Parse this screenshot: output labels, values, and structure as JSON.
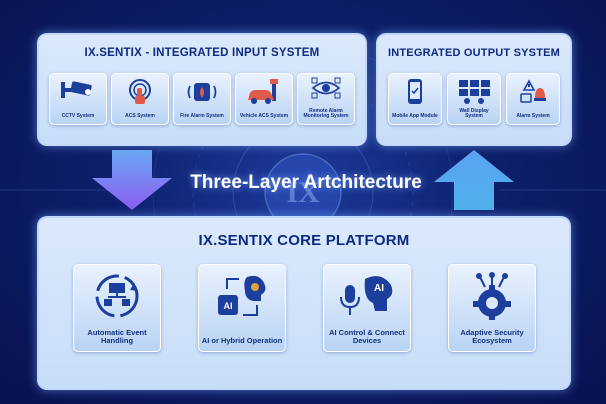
{
  "input_system": {
    "title": "IX.SENTIX - INTEGRATED INPUT SYSTEM",
    "items": [
      {
        "label": "CCTV System",
        "icon": "cctv-camera-icon"
      },
      {
        "label": "ACS System",
        "icon": "fingerprint-access-icon"
      },
      {
        "label": "Fire Alarm System",
        "icon": "fire-alarm-icon"
      },
      {
        "label": "Vehicle ACS System",
        "icon": "vehicle-gate-icon"
      },
      {
        "label": "Remote Alarm Monitoring System",
        "icon": "eye-monitor-icon"
      }
    ]
  },
  "output_system": {
    "title": "INTEGRATED OUTPUT SYSTEM",
    "items": [
      {
        "label": "Mobile App Module",
        "icon": "mobile-app-icon"
      },
      {
        "label": "Wall Display System",
        "icon": "wall-display-icon"
      },
      {
        "label": "Alarm System",
        "icon": "alarm-siren-icon"
      }
    ]
  },
  "center": {
    "title": "Three-Layer Artchitecture"
  },
  "core_platform": {
    "title": "IX.SENTIX CORE PLATFORM",
    "items": [
      {
        "label": "Automatic Event Handling",
        "icon": "automation-cycle-icon"
      },
      {
        "label": "AI or Hybrid Operation",
        "icon": "ai-brain-icon"
      },
      {
        "label": "AI Control & Connect Devices",
        "icon": "ai-voice-control-icon"
      },
      {
        "label": "Adaptive Security Ecosystem",
        "icon": "gear-network-icon"
      }
    ]
  },
  "watermark": "IX",
  "colors": {
    "accent": "#0d2a82",
    "icon_blue": "#1c3f9e",
    "arrow_top": "#5aa3f0",
    "arrow_bottom": "#8a5cf0"
  }
}
